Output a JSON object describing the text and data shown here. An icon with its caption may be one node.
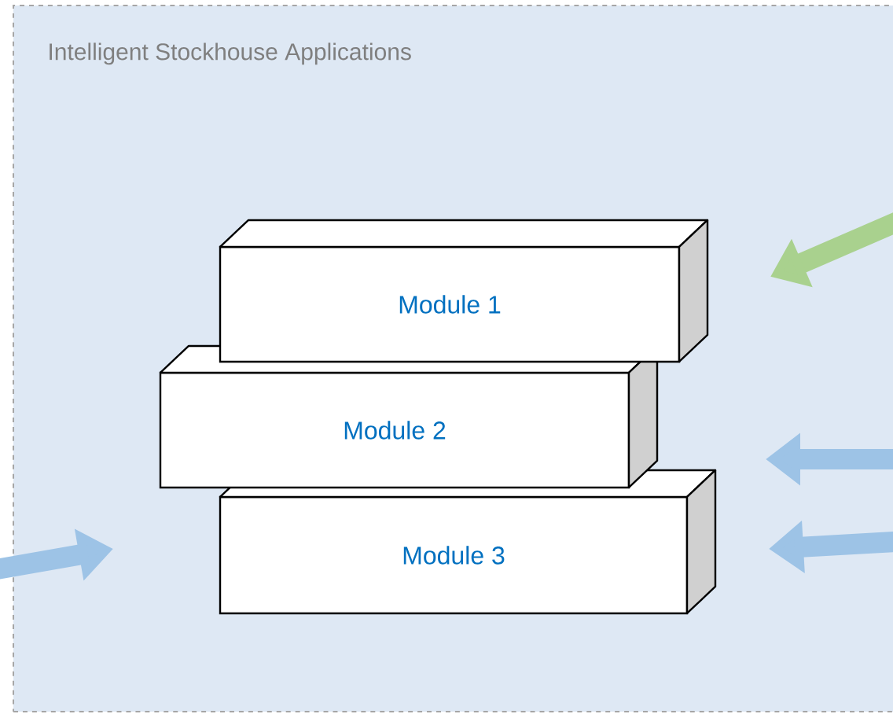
{
  "diagram": {
    "nodes": [
      {
        "text": [
          "Intelligent Stockhouse Applications"
        ]
      },
      {
        "text": [
          "Module 1"
        ],
        "in": 0
      },
      {
        "text": [
          "Module 2"
        ],
        "in": 0
      },
      {
        "text": [
          "Module 3"
        ],
        "in": 0
      }
    ]
  }
}
